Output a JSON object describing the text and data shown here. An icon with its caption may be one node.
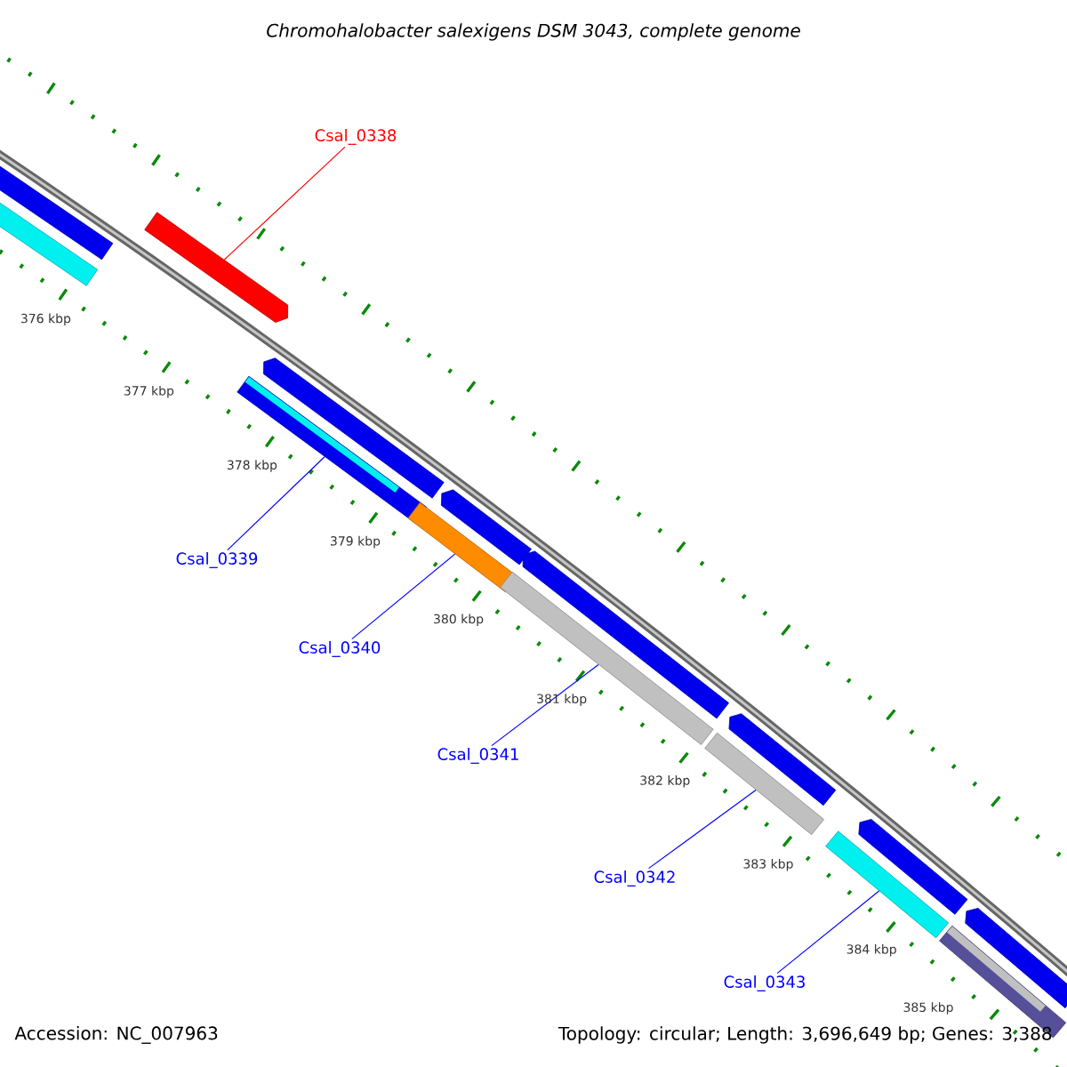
{
  "diagram": {
    "title": "Chromohalobacter salexigens DSM 3043, complete genome",
    "nodes": [
      {
        "text": [
          "Csal_0338"
        ]
      },
      {
        "text": [
          "Csal_0339"
        ]
      },
      {
        "text": [
          "Csal_0340"
        ]
      },
      {
        "text": [
          "Csal_0341"
        ]
      },
      {
        "text": [
          "Csal_0342"
        ]
      },
      {
        "text": [
          "Csal_0343"
        ]
      },
      {
        "text": [],
        "shape": "bar"
      },
      {
        "text": [],
        "shape": "bar"
      },
      {
        "text": [],
        "shape": "bar"
      },
      {
        "text": [],
        "shape": "bar"
      },
      {
        "text": [],
        "shape": "bar"
      },
      {
        "text": [],
        "shape": "bar"
      },
      {
        "text": [],
        "shape": "bar"
      },
      {
        "text": [],
        "shape": "bar"
      },
      {
        "text": [],
        "shape": "bar"
      },
      {
        "text": [],
        "shape": "bar"
      },
      {
        "text": [],
        "shape": "bar"
      },
      {
        "text": [],
        "shape": "bar"
      },
      {
        "text": [],
        "shape": "bar"
      },
      {
        "text": [],
        "shape": "bar"
      },
      {
        "text": [],
        "shape": "bar"
      }
    ],
    "edges": [
      {
        "from": 0,
        "to": 8,
        "arrow": "none",
        "color": "#ff0000"
      },
      {
        "from": 1,
        "to": 10,
        "arrow": "none"
      },
      {
        "from": 2,
        "to": 12,
        "arrow": "none"
      },
      {
        "from": 3,
        "to": 14,
        "arrow": "none"
      },
      {
        "from": 4,
        "to": 16,
        "arrow": "none"
      },
      {
        "from": 5,
        "to": 18,
        "arrow": "none"
      }
    ],
    "labels": [
      "376 kbp",
      "377 kbp",
      "378 kbp",
      "379 kbp",
      "380 kbp",
      "381 kbp",
      "382 kbp",
      "383 kbp",
      "384 kbp",
      "385 kbp",
      "Accession: NC_007963",
      "Topology: circular; Length: 3,696,649 bp; Genes: 3,388"
    ]
  }
}
